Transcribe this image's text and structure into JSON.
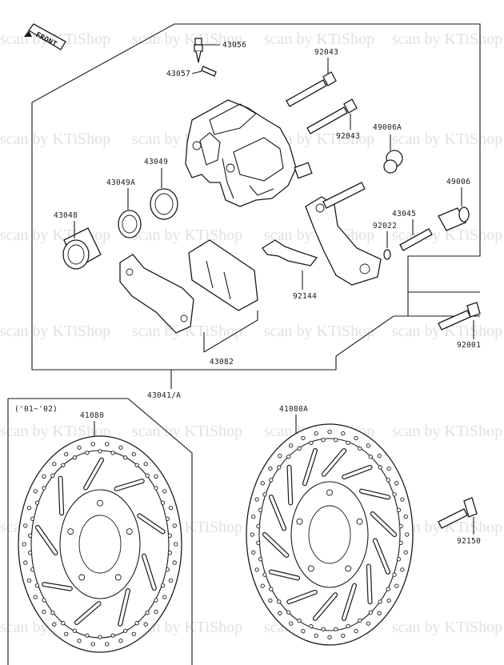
{
  "front_badge": "FRONT",
  "watermark": "scan by KTiShop",
  "year_note": "('01~'02)",
  "parts": {
    "p43056": "43056",
    "p43057": "43057",
    "p92043_top": "92043",
    "p92043_mid": "92043",
    "p49006A": "49006A",
    "p43049": "43049",
    "p43049A": "43049A",
    "p43048": "43048",
    "p49006": "49006",
    "p43045": "43045",
    "p92022": "92022",
    "p92144": "92144",
    "p92001": "92001",
    "p43082": "43082",
    "p43041A": "43041/A",
    "p41080": "41080",
    "p41080A": "41080A",
    "p92150": "92150"
  }
}
